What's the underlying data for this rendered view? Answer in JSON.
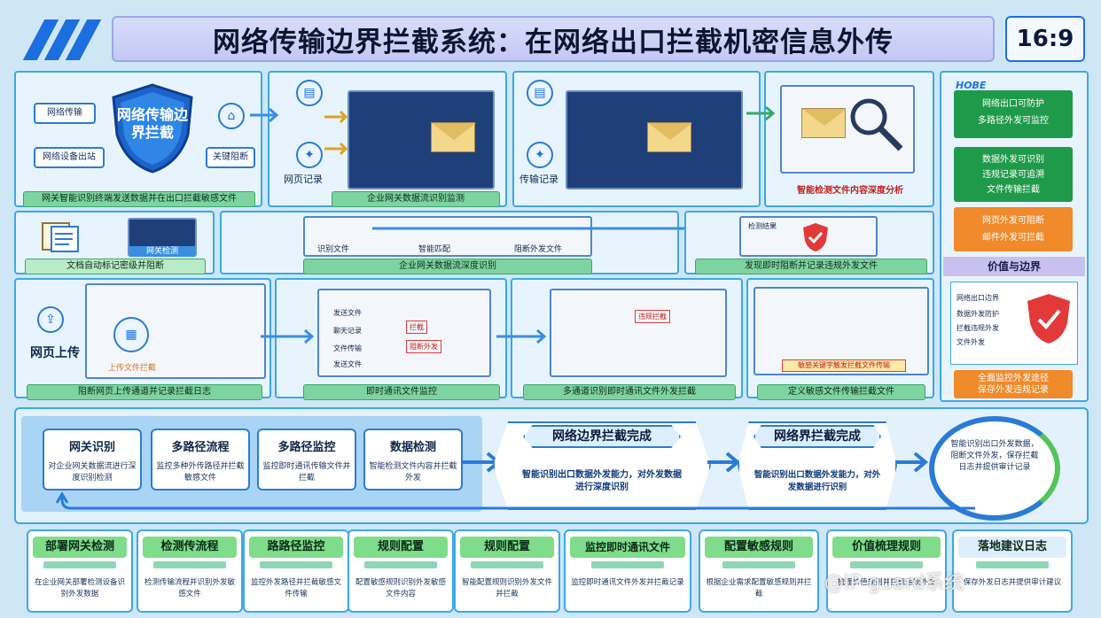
{
  "header": {
    "title": "网络传输边界拦截系统：在网络出口拦截机密信息外传",
    "aspect_ratio": "16:9"
  },
  "row1": {
    "shield_title": "网络传输边界拦截",
    "left_box_top": "网络传输",
    "left_box_bottom": "网络设备出站",
    "right_box": "关键阻断",
    "left_caption": "网关智能识别终端发送数据并在出口拦截敏感文件",
    "mid_icon_label_1": "网页记录",
    "mid_caption": "企业网关数据流识别监测",
    "mid_icon_label_2": "传输记录",
    "analysis_caption": "智能检测文件内容深度分析"
  },
  "row2": {
    "left_caption": "文档自动标记密级并阻断",
    "left_window_label": "网关检测",
    "flow_items": [
      "识别文件",
      "智能匹配",
      "阻断外发文件"
    ],
    "mid_caption": "企业网关数据流深度识别",
    "right_window_title": "检测结果",
    "right_caption": "发现即时阻断并记录违规外发文件"
  },
  "row3": {
    "web_upload_label": "网页上传",
    "left_window_action": "上传文件拦截",
    "left_caption": "阻断网页上传通道并记录拦截日志",
    "mid_caption": "即时通讯文件监控",
    "chat_tags_left": [
      "发送文件",
      "聊天记录",
      "文件传输",
      "发送文件"
    ],
    "chat_tags_right": [
      "拦截",
      "阻断外发",
      "违规拦截"
    ],
    "right_caption": "多通道识别即时通讯文件外发拦截",
    "far_right_caption": "定义敏感文件传输拦截文件",
    "far_right_stamp": "敏感关键字触发拦截文件传输"
  },
  "sidebar": {
    "logo_text": "HOBE",
    "green_box_1": [
      "网络出口可防护",
      "多路径外发可监控"
    ],
    "green_box_2": [
      "数据外发可识别",
      "违规记录可追溯",
      "文件传输拦截"
    ],
    "orange_box_1": [
      "网页外发可阻断",
      "邮件外发可拦截"
    ],
    "value_title": "价值与边界",
    "value_items": [
      "网络出口边界",
      "数据外发防护",
      "拦截违规外发",
      "文件外发"
    ],
    "bottom_box": [
      "全面监控外发途径",
      "保存外发违规记录"
    ]
  },
  "flow": {
    "cards": [
      {
        "title": "网关识别",
        "body": "对企业网关数据流进行深度识别检测"
      },
      {
        "title": "多路径流程",
        "body": "监控多种外传路径并拦截敏感文件"
      },
      {
        "title": "多路径监控",
        "body": "监控即时通讯传输文件并拦截"
      },
      {
        "title": "数据检测",
        "body": "智能检测文件内容并拦截外发"
      }
    ],
    "hex_1_title": "网络边界拦截完成",
    "hex_1_sub": "智能识别出口数据外发能力，对外发数据进行深度识别",
    "hex_2_title": "网络界拦截完成",
    "hex_2_sub": "智能识别出口数据外发能力，对外发数据进行识别",
    "circle_text": "智能识别出口外发数据，阻断文件外发，保存拦截日志并提供审计记录"
  },
  "footer": {
    "cards": [
      {
        "title": "部署网关检测",
        "body": "在企业网关部署检测设备识别外发数据"
      },
      {
        "title": "检测传流程",
        "body": "检测传输流程并识别外发敏感文件"
      },
      {
        "title": "路路径监控",
        "body": "监控外发路径并拦截敏感文件传输"
      },
      {
        "title": "规则配置",
        "body": "配置敏感规则识别外发敏感文件内容"
      },
      {
        "title": "规则配置",
        "body": "智能配置规则识别外发文件并拦截"
      },
      {
        "title": "监控即时通讯文件",
        "body": "监控即时通讯文件外发并拦截记录"
      },
      {
        "title": "配置敏感规则",
        "body": "根据企业需求配置敏感规则并拦截"
      },
      {
        "title": "价值梳理规则",
        "body": "梳理价值规则并拦截违规外发"
      },
      {
        "title": "落地建议日志",
        "body": "保存外发日志并提供审计建议"
      }
    ],
    "watermark": "@IP-guard系统"
  },
  "colors": {
    "accent": "#1d6fe0",
    "panel_border": "#3aa9e6",
    "caption_green": "#7ed4a0",
    "sidebar_green": "#1f9a4a",
    "sidebar_orange": "#f08a2a",
    "alert_red": "#e23a3a"
  }
}
